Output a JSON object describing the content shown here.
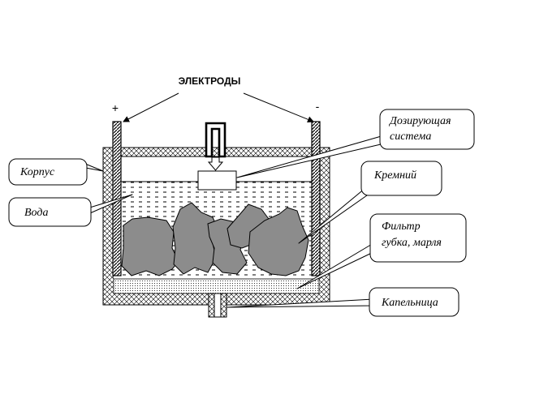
{
  "title": "ЭЛЕКТРОДЫ",
  "electrodes": {
    "plus_sign": "+",
    "minus_sign": "-"
  },
  "labels": {
    "dosing_line1": "Дозирующая",
    "dosing_line2": "система",
    "housing": "Корпус",
    "water": "Вода",
    "silicon": "Кремний",
    "filter_line1": "Фильтр",
    "filter_line2": "губка, марля",
    "dropper": "Капельница"
  },
  "colors": {
    "outline": "#000000",
    "stone_fill": "#8c8c8c",
    "water_dash": "#000000",
    "background": "#ffffff"
  }
}
